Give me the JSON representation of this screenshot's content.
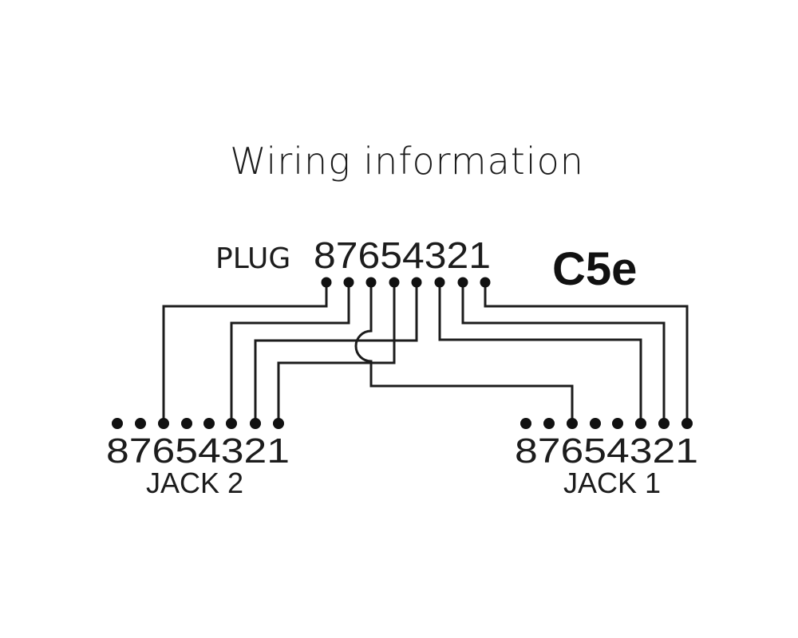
{
  "title": "Wiring information",
  "category": "C5e",
  "plug": {
    "label": "PLUG",
    "pin_numbers": "87654321"
  },
  "jack_left": {
    "label": "JACK 2",
    "pin_numbers": "87654321"
  },
  "jack_right": {
    "label": "JACK 1",
    "pin_numbers": "87654321"
  },
  "colors": {
    "line": "#1c1c1c",
    "background": "#ffffff"
  }
}
